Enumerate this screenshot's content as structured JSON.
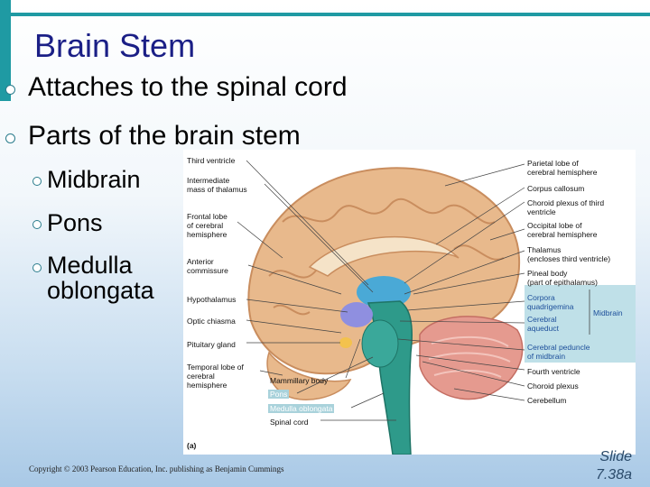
{
  "title": "Brain Stem",
  "bullets": [
    "Attaches to the spinal cord",
    "Parts of the brain stem"
  ],
  "sub_bullets": [
    "Midbrain",
    "Pons",
    "Medulla\noblongata"
  ],
  "figure": {
    "panel_letter": "(a)",
    "left_labels": [
      "Third ventricle",
      "Intermediate\nmass of thalamus",
      "Frontal lobe\nof cerebral\nhemisphere",
      "Anterior\ncommissure",
      "Hypothalamus",
      "Optic chiasma",
      "Pituitary gland",
      "Temporal lobe of\ncerebral\nhemisphere",
      "Mammillary body",
      "Pons",
      "Medulla oblongata",
      "Spinal cord"
    ],
    "right_labels": [
      "Parietal lobe of\ncerebral hemisphere",
      "Corpus callosum",
      "Choroid plexus of third\nventricle",
      "Occipital lobe of\ncerebral hemisphere",
      "Thalamus\n(encloses third ventricle)",
      "Pineal body\n(part of epithalamus)",
      "Corpora\nquadrigemina",
      "Cerebral\naqueduct",
      "Cerebral peduncle\nof midbrain",
      "Fourth ventricle",
      "Choroid plexus",
      "Cerebellum"
    ],
    "midbrain_label": "Midbrain"
  },
  "footer": {
    "copyright": "Copyright © 2003 Pearson Education, Inc. publishing as Benjamin Cummings",
    "slide_label": "Slide",
    "slide_number": "7.38a"
  },
  "colors": {
    "title": "#1b1f86",
    "accent": "#1f9aa3",
    "brainstem": "#2e9a8a",
    "cerebrum": "#e8b98c",
    "cerebellum": "#e59a8f",
    "highlight": "#a9d2db"
  }
}
